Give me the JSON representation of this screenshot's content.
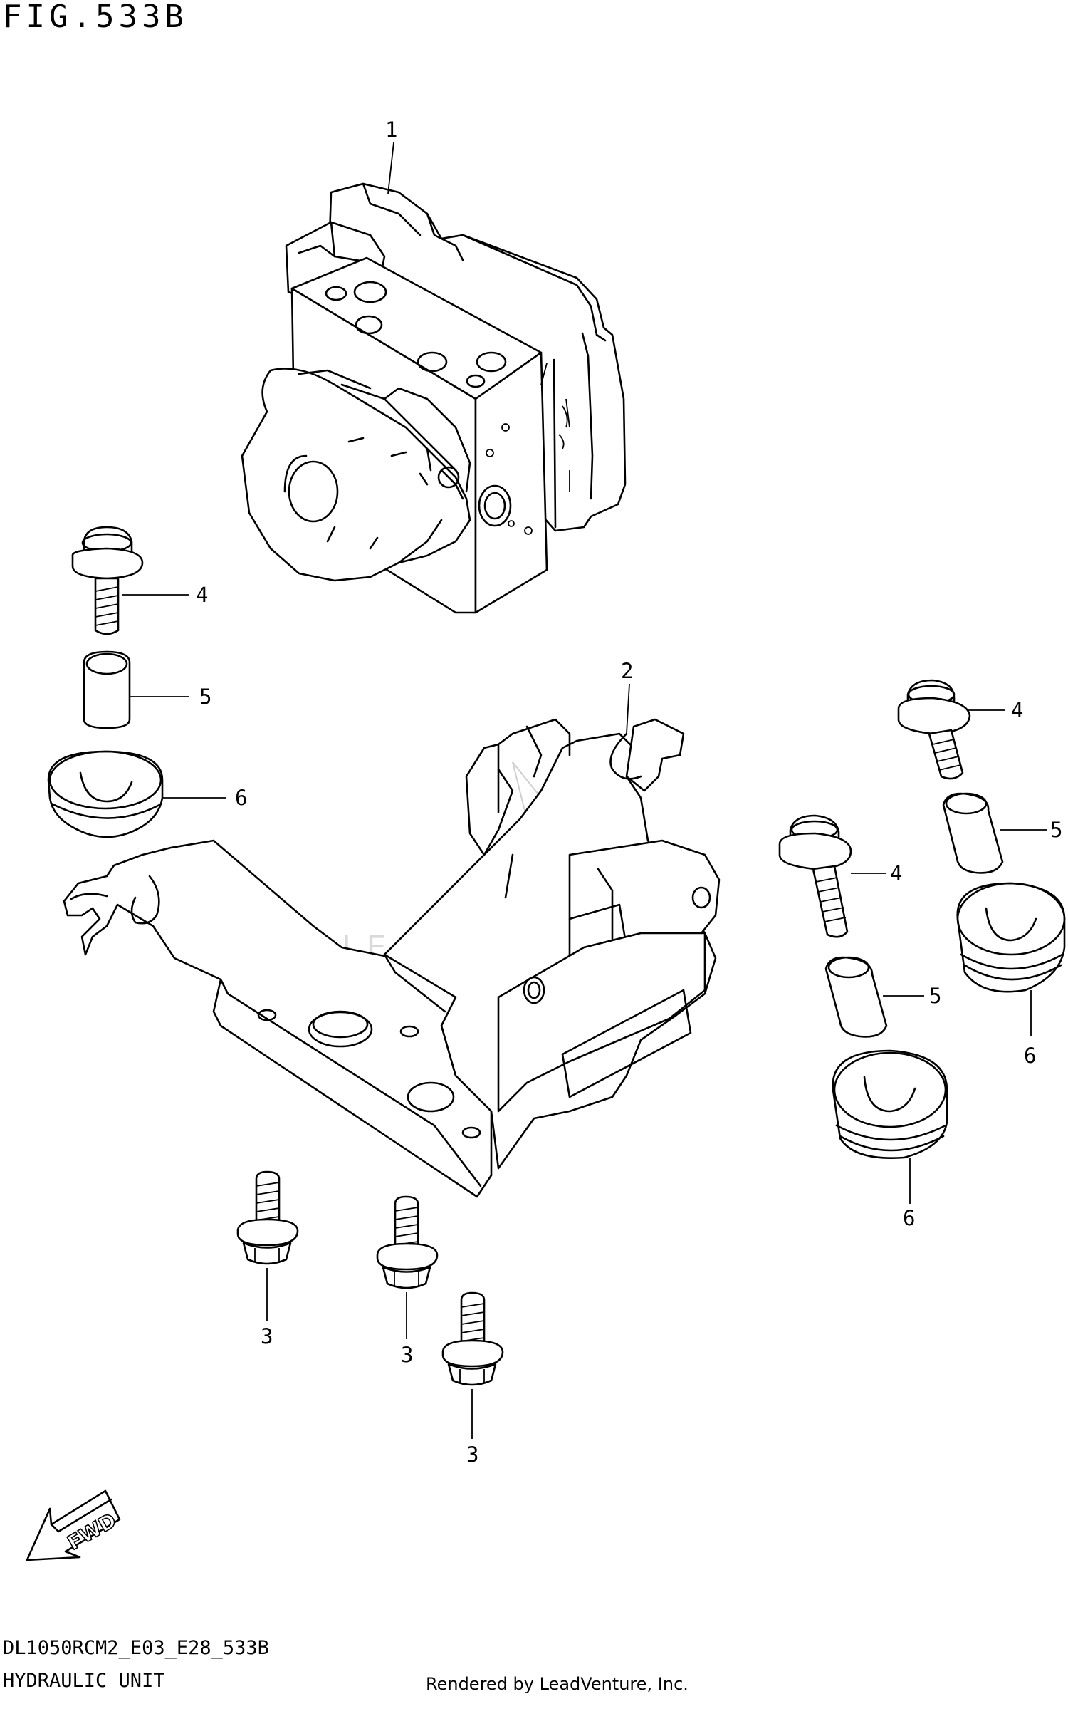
{
  "figure": {
    "title": "FIG.533B"
  },
  "footer": {
    "model_code": "DL1050RCM2_E03_E28_533B",
    "section_name": "HYDRAULIC UNIT",
    "rendered_by": "Rendered by LeadVenture, Inc."
  },
  "watermark": {
    "text": "LEADVENTURE"
  },
  "direction": {
    "label": "FWD"
  },
  "callouts": {
    "c1": "1",
    "c2": "2",
    "c3a": "3",
    "c3b": "3",
    "c3c": "3",
    "c4a": "4",
    "c4b": "4",
    "c4c": "4",
    "c5a": "5",
    "c5b": "5",
    "c5c": "5",
    "c6a": "6",
    "c6b": "6",
    "c6c": "6"
  }
}
